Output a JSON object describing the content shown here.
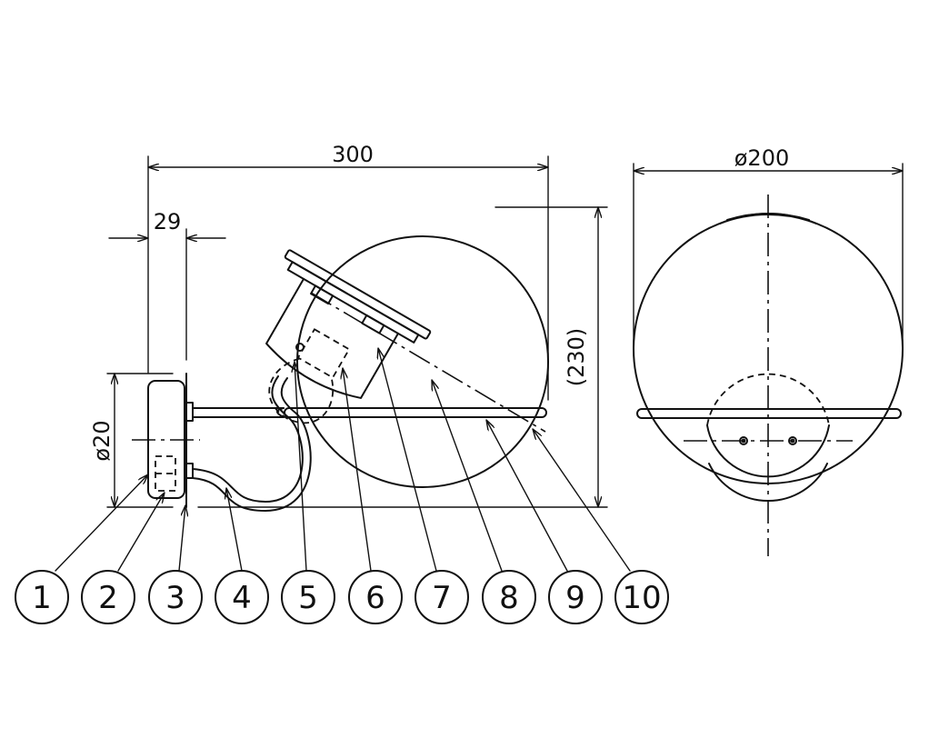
{
  "dimensions": {
    "overall_length": "300",
    "base_depth": "29",
    "base_diameter": "ø20",
    "overall_height": "(230)",
    "globe_diameter": "ø200"
  },
  "callouts": [
    "1",
    "2",
    "3",
    "4",
    "5",
    "6",
    "7",
    "8",
    "9",
    "10"
  ]
}
